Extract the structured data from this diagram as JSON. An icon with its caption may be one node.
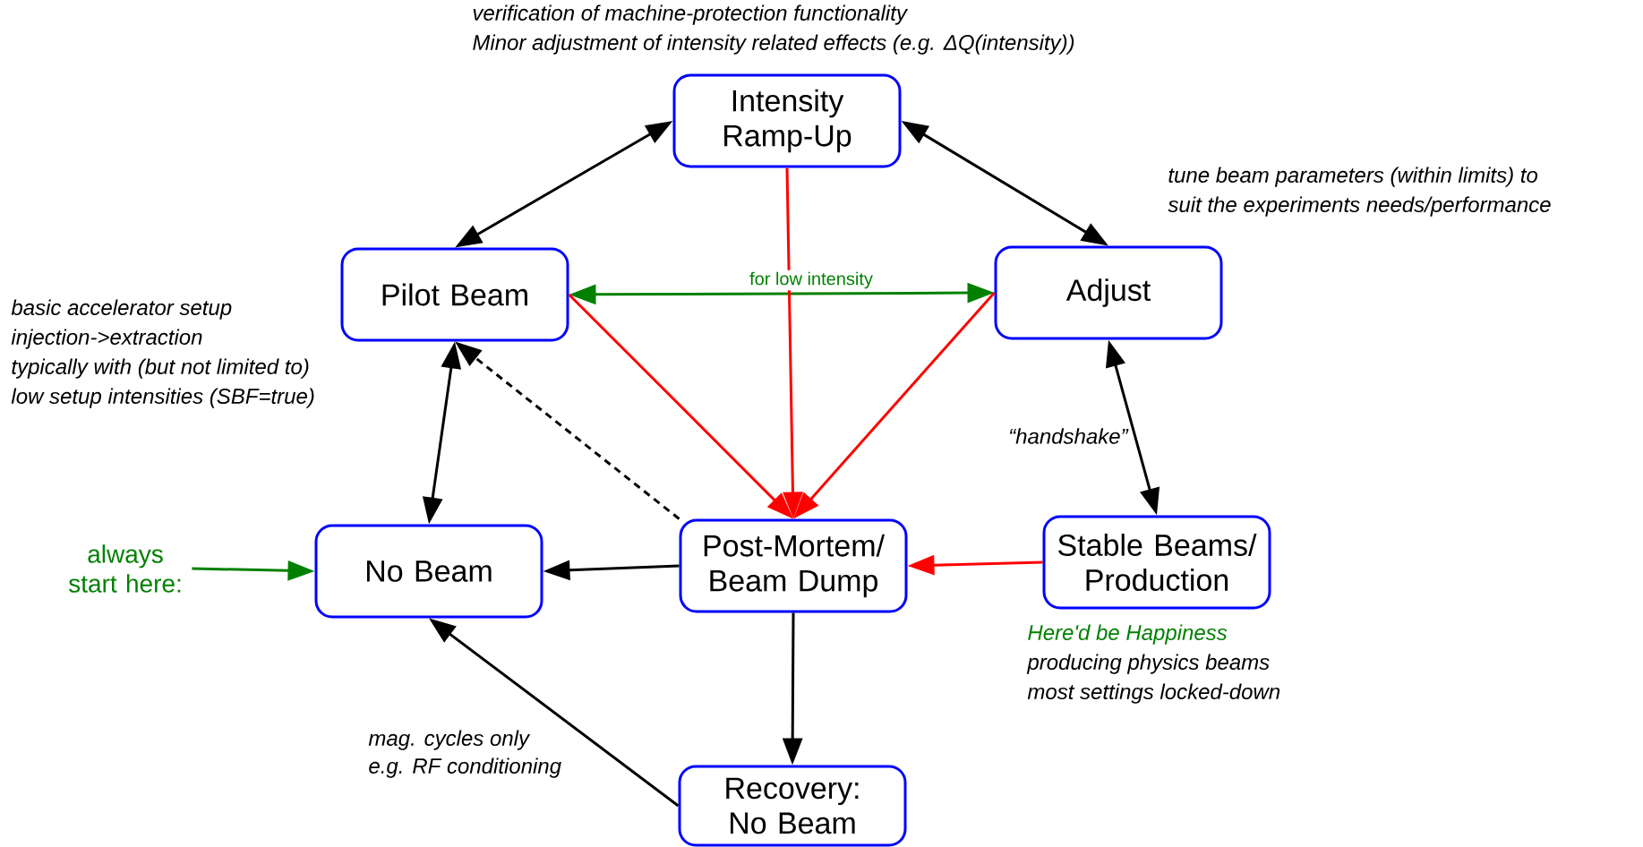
{
  "diagram": {
    "nodes": [
      {
        "text": [
          "Intensity Ramp-Up"
        ],
        "beside": [
          "verification of machine-protection functionality",
          "Minor adjustment of intensity related effects (e.g. ΔQ(intensity))"
        ]
      },
      {
        "text": [
          "Pilot Beam"
        ],
        "beside": [
          "basic accelerator setup",
          "injection->extraction",
          "typically with (but not limited to)",
          "low setup intensities (SBF=true)"
        ]
      },
      {
        "text": [
          "Adjust"
        ],
        "beside": [
          "tune beam parameters (within limits) to",
          "suit the experiments needs/performance"
        ]
      },
      {
        "text": [
          "No Beam"
        ]
      },
      {
        "text": [
          "Post-Mortem/ Beam Dump"
        ]
      },
      {
        "text": [
          "Stable Beams/ Production"
        ],
        "beside": [
          "Here'd be Happiness",
          "producing physics beams",
          "most settings locked-down"
        ]
      },
      {
        "text": [
          "Recovery: No Beam"
        ]
      },
      {
        "text": [
          "always start here:"
        ]
      }
    ],
    "edges": [
      {
        "from": 1,
        "to": 0,
        "arrow": "both"
      },
      {
        "from": 0,
        "to": 2,
        "arrow": "both"
      },
      {
        "from": 1,
        "to": 2,
        "arrow": "both",
        "label": "for low intensity",
        "color": "#008000"
      },
      {
        "from": 1,
        "to": 4,
        "arrow": "to",
        "color": "#ff0000"
      },
      {
        "from": 0,
        "to": 4,
        "arrow": "to",
        "color": "#ff0000"
      },
      {
        "from": 2,
        "to": 4,
        "arrow": "to",
        "color": "#ff0000"
      },
      {
        "from": 1,
        "to": 3,
        "arrow": "both"
      },
      {
        "from": 4,
        "to": 1,
        "arrow": "to",
        "style": "dashed"
      },
      {
        "from": 4,
        "to": 3,
        "arrow": "to"
      },
      {
        "from": 5,
        "to": 4,
        "arrow": "to",
        "color": "#ff0000"
      },
      {
        "from": 2,
        "to": 5,
        "arrow": "both",
        "label": "“handshake”"
      },
      {
        "from": 4,
        "to": 6,
        "arrow": "to"
      },
      {
        "from": 6,
        "to": 3,
        "arrow": "to"
      },
      {
        "from": 7,
        "to": 3,
        "arrow": "to",
        "color": "#008000"
      }
    ],
    "labels": [
      "mag. cycles only",
      "e.g. RF conditioning"
    ]
  }
}
